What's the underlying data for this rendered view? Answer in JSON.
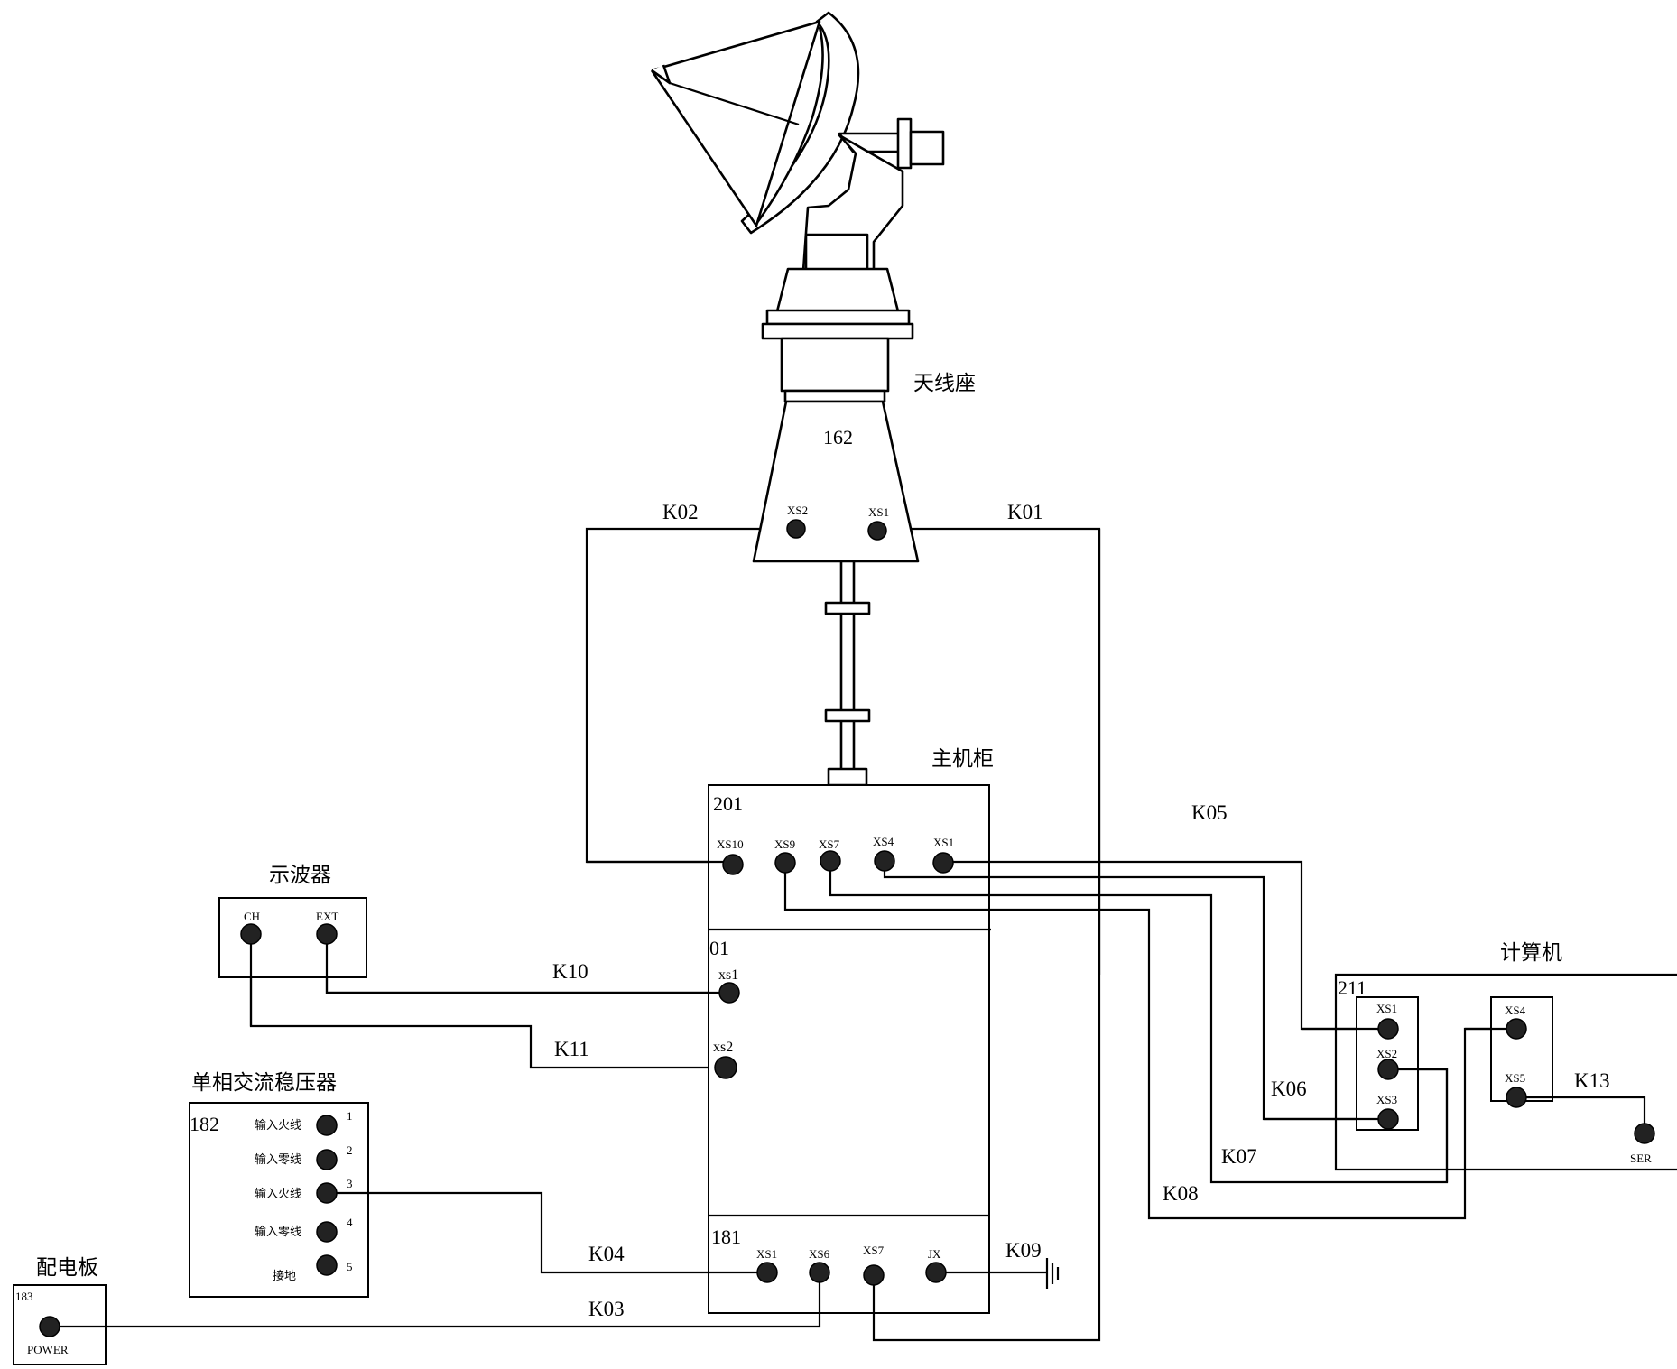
{
  "labels": {
    "antenna_mount": "天线座",
    "antenna_num": "162",
    "main_cabinet": "主机柜",
    "oscilloscope": "示波器",
    "regulator": "单相交流稳压器",
    "distribution_board": "配电板",
    "computer": "计算机"
  },
  "antenna_ports": {
    "xs2": "XS2",
    "xs1": "XS1"
  },
  "cabinet": {
    "section_201": "201",
    "section_01": "01",
    "section_181": "181",
    "ports_201": [
      "XS10",
      "XS9",
      "XS7",
      "XS4",
      "XS1"
    ],
    "ports_01": [
      "xs1",
      "xs2"
    ],
    "ports_181": [
      "XS1",
      "XS6",
      "XS7",
      "JX"
    ]
  },
  "oscilloscope_ports": [
    "CH",
    "EXT"
  ],
  "regulator_box": {
    "num": "182",
    "terminals": [
      "输入火线",
      "输入零线",
      "输入火线",
      "输入零线",
      "接地"
    ],
    "terminal_nums": [
      "1",
      "2",
      "3",
      "4",
      "5"
    ]
  },
  "distribution": {
    "num": "183",
    "port": "POWER"
  },
  "computer_box": {
    "num": "211",
    "ports_left": [
      "XS1",
      "XS2",
      "XS3"
    ],
    "ports_right": [
      "XS4",
      "XS5"
    ],
    "ser": "SER"
  },
  "cables": {
    "k01": "K01",
    "k02": "K02",
    "k03": "K03",
    "k04": "K04",
    "k05": "K05",
    "k06": "K06",
    "k07": "K07",
    "k08": "K08",
    "k09": "K09",
    "k10": "K10",
    "k11": "K11",
    "k13": "K13"
  }
}
